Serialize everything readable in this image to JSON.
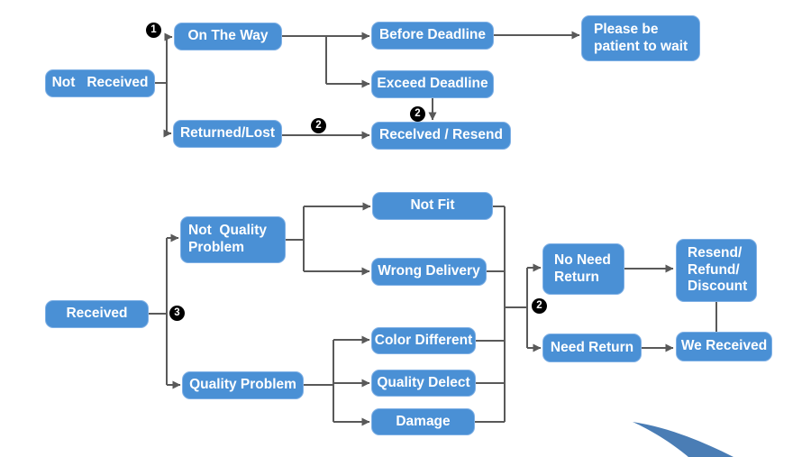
{
  "diagram": {
    "colors": {
      "node_fill": "#4A90D5",
      "node_border": "#7FB0E5",
      "node_text": "#FFFFFF",
      "connector": "#595959",
      "marker_bg": "#000000",
      "marker_text": "#FFFFFF",
      "swoosh": "#4A7DB5",
      "background": "#FFFFFF"
    },
    "markers": {
      "one": "1",
      "two": "2",
      "three": "3"
    },
    "nodes": {
      "not_received": "Not   Received",
      "on_the_way": "On The Way",
      "returned_lost": "Returned/Lost",
      "before_deadline": "Before Deadline",
      "exceed_deadline": "Exceed Deadline",
      "received_resend": "Recelved / Resend",
      "please_wait": "Please be\npatient to wait",
      "received": "Received",
      "not_quality_problem": "Not  Quality\nProblem",
      "quality_problem": "Quality Problem",
      "not_fit": "Not Fit",
      "wrong_delivery": "Wrong Delivery",
      "color_different": "Color Different",
      "quality_delect": "Quality Delect",
      "damage": "Damage",
      "no_need_return": "No Need\nReturn",
      "need_return": "Need Return",
      "resend_refund_discount": "Resend/\nRefund/\nDiscount",
      "we_received": "We Received"
    }
  }
}
